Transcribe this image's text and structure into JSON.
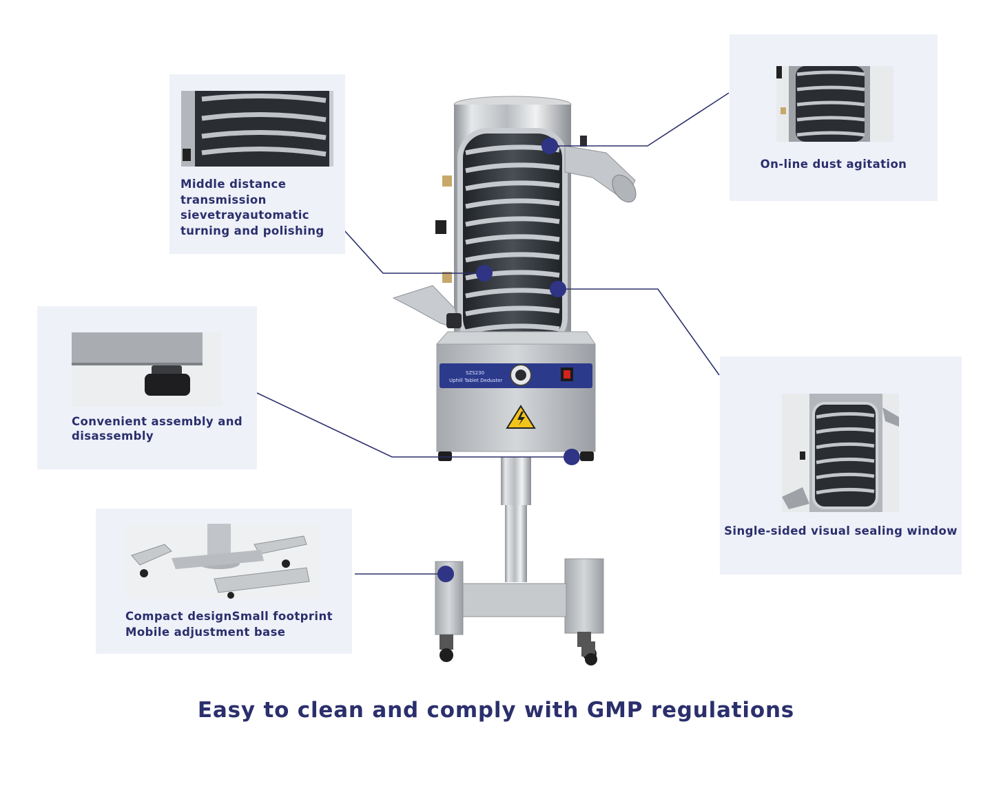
{
  "callouts": {
    "sieve_tray": {
      "text": [
        "Middle distance",
        "transmission",
        "sievetrayautomatic",
        "turning and polishing"
      ]
    },
    "dust_agitation": {
      "text": [
        "On-line dust agitation"
      ]
    },
    "assembly": {
      "text": [
        "Convenient assembly and",
        "disassembly"
      ]
    },
    "sealing_window": {
      "text": [
        "Single-sided visual sealing window"
      ]
    },
    "base": {
      "text": [
        "Compact designSmall footprint",
        "Mobile adjustment base"
      ]
    }
  },
  "machine": {
    "panel_model": "SZS230",
    "panel_name": "Uphill Tablet Deduster"
  },
  "footer": {
    "headline": "Easy to clean and comply with GMP regulations"
  },
  "colors": {
    "accent": "#2b2f6c",
    "card_bg": "#eef1f8",
    "dot": "#2f3584"
  }
}
